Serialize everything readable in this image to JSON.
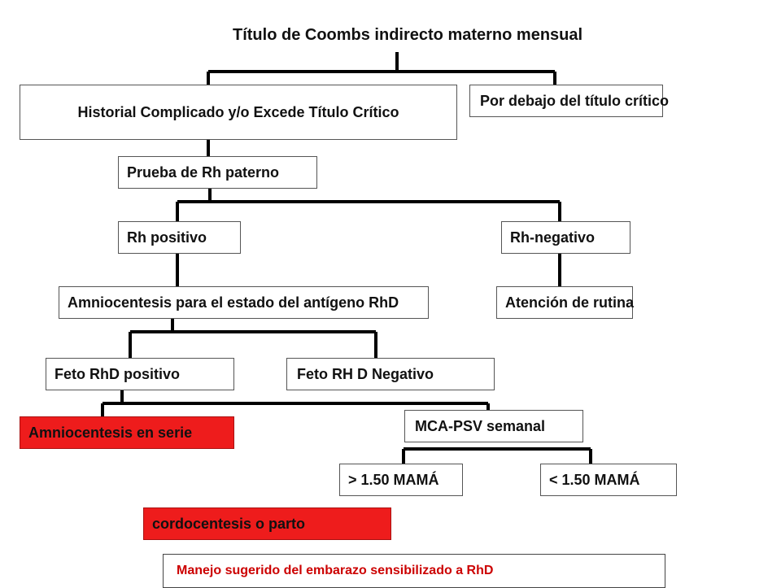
{
  "title": "Título de Coombs indirecto materno mensual",
  "nodes": {
    "history": "Historial Complicado y/o Excede Título Crítico",
    "below_critical": "Por debajo del título crítico",
    "paternal_rh": "Prueba de Rh paterno",
    "rh_positive": "Rh positivo",
    "rh_negative": "Rh-negativo",
    "amnio_antigen": "Amniocentesis para el estado del antígeno RhD",
    "routine_care": "Atención de rutina",
    "fetus_positive": "Feto RhD positivo",
    "fetus_negative": "Feto RH D Negativo",
    "serial_amnio": "Amniocentesis en serie",
    "mca_psv": "MCA-PSV semanal",
    "above_150": "> 1.50 MAMÁ",
    "below_150": "< 1.50 MAMÁ",
    "cordocentesis": "cordocentesis o parto"
  },
  "caption": "Manejo sugerido del embarazo sensibilizado a RhD",
  "colors": {
    "highlight": "#ee1c1c",
    "caption_text": "#cc0000",
    "connector": "#000000"
  }
}
